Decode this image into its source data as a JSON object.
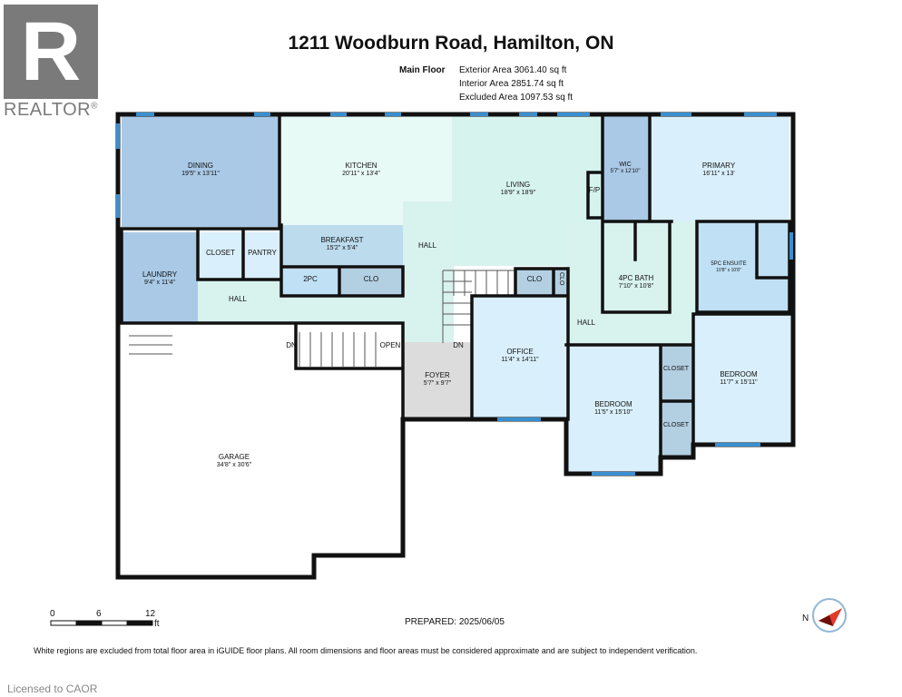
{
  "brand": {
    "logo_letter": "R",
    "name": "REALTOR",
    "mark": "®"
  },
  "title": "1211 Woodburn Road, Hamilton, ON",
  "floor": {
    "label": "Main Floor",
    "areas": [
      "Exterior Area 3061.40 sq ft",
      "Interior Area 2851.74 sq ft",
      "Excluded Area 1097.53 sq ft"
    ]
  },
  "rooms": {
    "dining": {
      "name": "DINING",
      "dims": "19'5\" x 13'11\""
    },
    "kitchen": {
      "name": "KITCHEN",
      "dims": "20'11\" x 13'4\""
    },
    "living": {
      "name": "LIVING",
      "dims": "18'9\" x 18'9\""
    },
    "wic": {
      "name": "WIC",
      "dims": "5'7\" x 12'10\""
    },
    "fp": "F/P",
    "primary": {
      "name": "PRIMARY",
      "dims": "16'11\" x 13'"
    },
    "breakfast": {
      "name": "BREAKFAST",
      "dims": "15'2\" x 5'4\""
    },
    "closet_a": "CLOSET",
    "pantry": "PANTRY",
    "hall_a": "HALL",
    "laundry": {
      "name": "LAUNDRY",
      "dims": "9'4\" x 11'4\""
    },
    "twopc": "2PC",
    "clo_a": "CLO",
    "hall_b": "HALL",
    "fourpc": {
      "name": "4PC BATH",
      "dims": "7'10\" x 10'8\""
    },
    "ensuite": {
      "name": "5PC ENSUITE",
      "dims": "10'8\" x 10'8\""
    },
    "clo_b": "CLO",
    "clo_c": "CLO",
    "office": {
      "name": "OFFICE",
      "dims": "11'4\" x 14'11\""
    },
    "hall_c": "HALL",
    "dn_a": "DN",
    "dn_b": "DN",
    "open": "OPEN",
    "foyer": {
      "name": "FOYER",
      "dims": "5'7\" x 9'7\""
    },
    "closet_b": "CLOSET",
    "closet_c": "CLOSET",
    "bedroom_a": {
      "name": "BEDROOM",
      "dims": "11'7\" x 15'11\""
    },
    "bedroom_b": {
      "name": "BEDROOM",
      "dims": "11'5\" x 15'10\""
    },
    "garage": {
      "name": "GARAGE",
      "dims": "34'8\" x 30'6\""
    }
  },
  "scale": {
    "ticks": [
      "0",
      "6",
      "12"
    ],
    "unit": "ft"
  },
  "compass": "N",
  "prepared": "PREPARED:  2025/06/05",
  "footer": "White regions are excluded from total floor area in iGUIDE floor plans. All room dimensions and floor areas must be considered approximate and are subject to independent verification.",
  "licensed": "Licensed to CAOR",
  "colors": {
    "dining": "#a9c9e6",
    "kitchen": "#e8faf6",
    "living": "#d6f3ee",
    "hall": "#d8f2ee",
    "bedroom": "#d9effb",
    "bath": "#bfe0f5",
    "closet": "#b3d0e2",
    "wall": "#111111",
    "window": "#3a8fcf",
    "foyer": "#dcdcdc"
  }
}
